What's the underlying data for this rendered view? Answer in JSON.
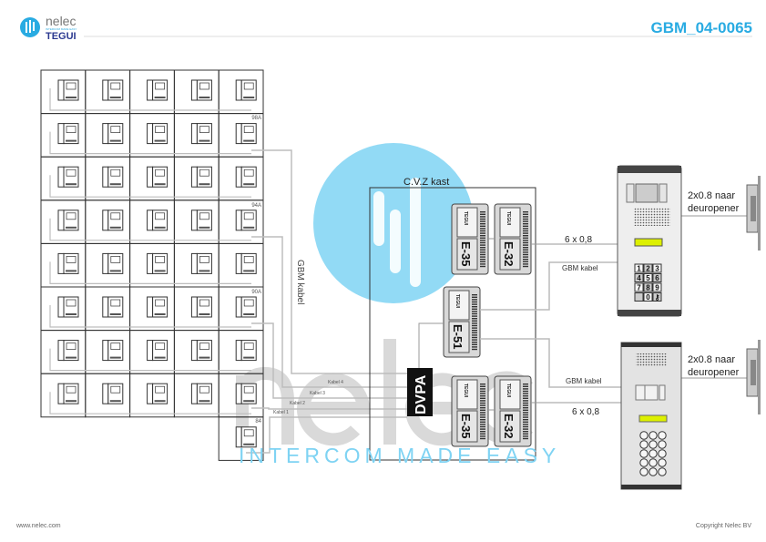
{
  "header": {
    "brand_top": "nelec",
    "brand_tagline": "INTERCOM MADE EASY",
    "brand_bottom": "TEGUI",
    "document_id": "GBM_04-0065"
  },
  "watermark": {
    "word": "nelec",
    "tagline": "INTERCOM MADE EASY"
  },
  "building": {
    "floor_labels": [
      "98A",
      "94A",
      "90A",
      "84"
    ],
    "cable_label": "GBM kabel",
    "cables": [
      "Kabel 4",
      "Kabel 3",
      "Kabel 2",
      "Kabel 1"
    ]
  },
  "cabinet": {
    "title": "C.V.Z kast",
    "dvpa_label": "DVPA",
    "modules": [
      {
        "label": "E-35",
        "brand": "TEGUI"
      },
      {
        "label": "E-32",
        "brand": "TEGUI"
      },
      {
        "label": "E-51",
        "brand": "TEGUI"
      },
      {
        "label": "E-35",
        "brand": "TEGUI"
      },
      {
        "label": "E-32",
        "brand": "TEGUI"
      }
    ]
  },
  "connections": {
    "panel1_wire": "6 x 0,8",
    "panel1_bus": "GBM kabel",
    "panel2_bus": "GBM kabel",
    "panel2_wire": "6 x 0,8",
    "door1_line1": "2x0.8 naar",
    "door1_line2": "deuropener",
    "door2_line1": "2x0.8 naar",
    "door2_line2": "deuropener"
  },
  "keypad1": [
    "1",
    "2",
    "3",
    "4",
    "5",
    "6",
    "7",
    "8",
    "9",
    "",
    "0",
    "key"
  ],
  "footer": {
    "website": "www.nelec.com",
    "copyright": "Copyright Nelec BV"
  },
  "colors": {
    "accent": "#29abe2",
    "brand_dark": "#2b3990",
    "lcd": "#ddf000",
    "wire": "#bdbdbd"
  }
}
